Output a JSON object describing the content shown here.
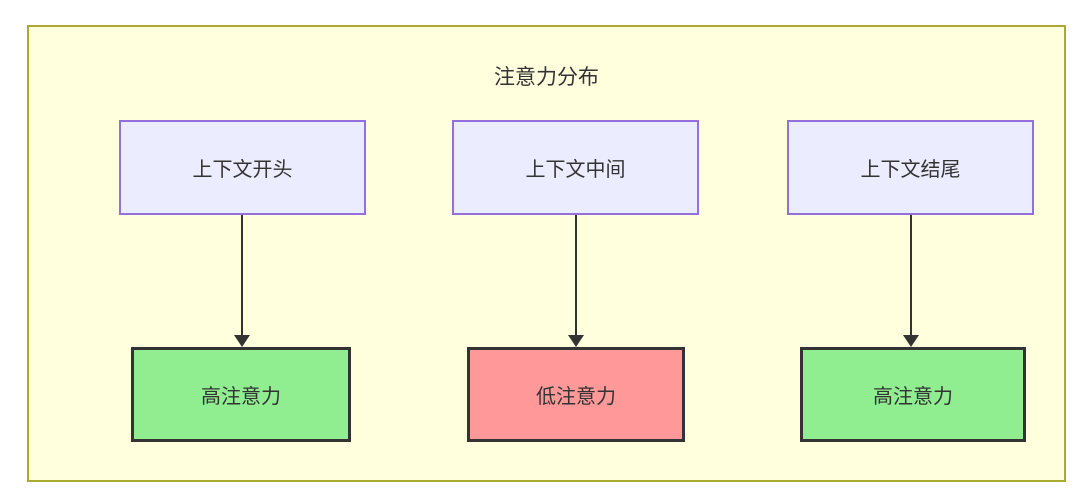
{
  "diagram": {
    "title": "注意力分布",
    "columns": [
      {
        "source": "上下文开头",
        "result": "高注意力",
        "level": "high"
      },
      {
        "source": "上下文中间",
        "result": "低注意力",
        "level": "low"
      },
      {
        "source": "上下文结尾",
        "result": "高注意力",
        "level": "high"
      }
    ],
    "edges": [
      {
        "from": "上下文开头",
        "to": "高注意力"
      },
      {
        "from": "上下文中间",
        "to": "低注意力"
      },
      {
        "from": "上下文结尾",
        "to": "高注意力"
      }
    ],
    "icons": {
      "connector": "arrow-down"
    },
    "colors": {
      "container_fill": "#ffffde",
      "container_border": "#aaaa33",
      "source_fill": "#ECECFF",
      "source_border": "#9370DB",
      "high_fill": "#90EE90",
      "low_fill": "#FF9999",
      "result_border": "#333333",
      "arrow": "#333333",
      "text": "#333333"
    }
  }
}
